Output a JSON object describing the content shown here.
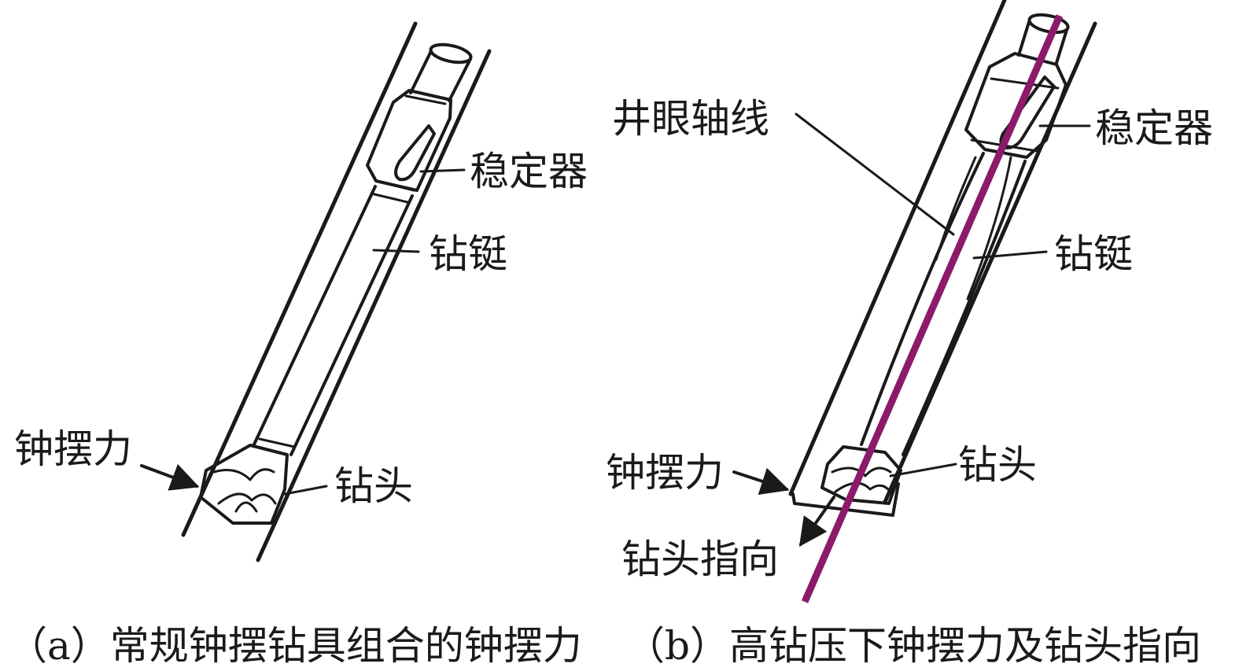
{
  "panel_a": {
    "labels": {
      "stabilizer": "稳定器",
      "drill_collar": "钻铤",
      "pendulum_force": "钟摆力",
      "drill_bit": "钻头"
    },
    "caption": "（a）常规钟摆钻具组合的钟摆力"
  },
  "panel_b": {
    "labels": {
      "borehole_axis": "井眼轴线",
      "stabilizer": "稳定器",
      "drill_collar": "钻铤",
      "pendulum_force": "钟摆力",
      "drill_bit": "钻头",
      "bit_direction": "钻头指向"
    },
    "caption": "（b）高钻压下钟摆力及钻头指向"
  },
  "colors": {
    "ink": "#1a1a1a",
    "axis_line": "#8b1a6b"
  }
}
